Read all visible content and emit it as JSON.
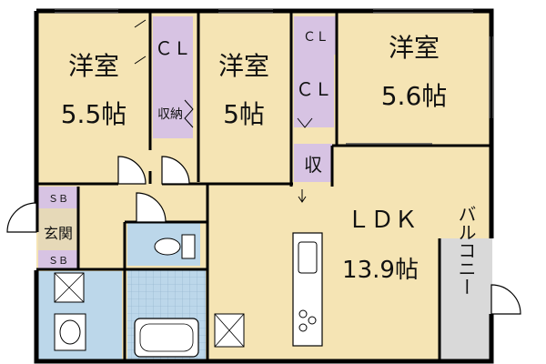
{
  "rooms": {
    "western_1": {
      "name": "洋室",
      "size": "5.5帖"
    },
    "western_2": {
      "name": "洋室",
      "size": "5帖"
    },
    "western_3": {
      "name": "洋室",
      "size": "5.6帖"
    },
    "ldk": {
      "name": "ＬＤＫ",
      "size": "13.9帖"
    }
  },
  "closets": {
    "cl_1": "ＣＬ",
    "cl_2_small": "ＣＬ",
    "cl_2": "ＣＬ",
    "storage_1": "収納",
    "storage_2": "収"
  },
  "entrance": {
    "label": "玄関",
    "sb_top": "ＳＢ",
    "sb_bottom": "ＳＢ"
  },
  "balcony": {
    "label": "バルコニー"
  },
  "colors": {
    "room_floor": "#f5e4b4",
    "closet_floor": "#d7c3e3",
    "wet_area": "#bcd7ea",
    "balcony_floor": "#d9d9d9",
    "wall": "#000000"
  }
}
